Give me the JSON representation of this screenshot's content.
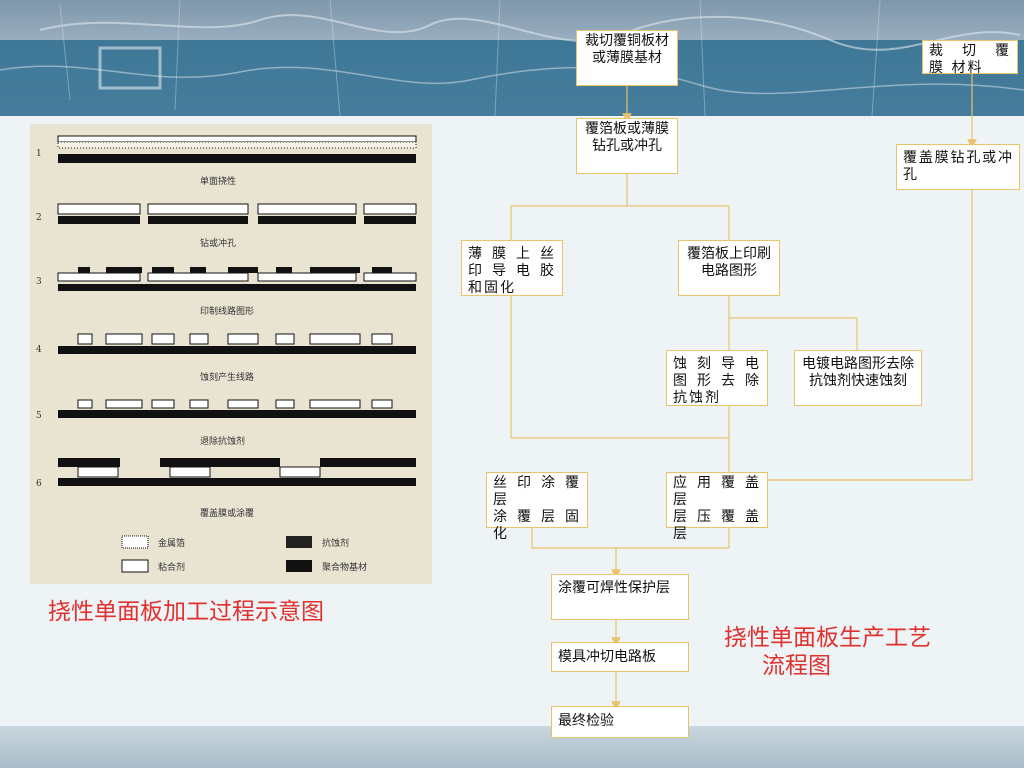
{
  "captions": {
    "left": "挠性单面板加工过程示意图",
    "right_line1": "挠性单面板生产工艺",
    "right_line2": "流程图"
  },
  "flow": {
    "cut_substrate": "裁切覆铜板材或薄膜基材",
    "cut_cover": "裁 切 覆 膜 材料",
    "drill_substrate": "覆箔板或薄膜钻孔或冲孔",
    "drill_cover": "覆盖膜钻孔或冲孔",
    "screen_glue": "薄 膜 上 丝 印 导 电 胶 和固化",
    "print_pattern": "覆箔板上印刷电路图形",
    "etch": "蚀 刻 导 电 图 形 去 除 抗蚀剂",
    "plate": "电镀电路图形去除抗蚀剂快速蚀刻",
    "screen_cover": "丝 印 涂 覆 层\n涂 覆 层 固 化",
    "apply_cover": "应 用 覆 盖 层\n层 压 覆 盖 层",
    "solderable": "涂覆可焊性保护层",
    "die_cut": "模具冲切电路板",
    "final": "最终检验"
  },
  "figure": {
    "steps": [
      "1",
      "2",
      "3",
      "4",
      "5",
      "6"
    ],
    "labels": [
      "单面挠性",
      "钻或冲孔",
      "印制线路图形",
      "蚀刻产生线路",
      "退除抗蚀剂",
      "覆盖膜或涂覆"
    ],
    "legend": [
      "金属箔",
      "抗蚀剂",
      "粘合剂",
      "聚合物基材"
    ]
  },
  "colors": {
    "caption": "#e0312f",
    "box_border": "#e8c36c",
    "arrow": "#e8c36c"
  }
}
